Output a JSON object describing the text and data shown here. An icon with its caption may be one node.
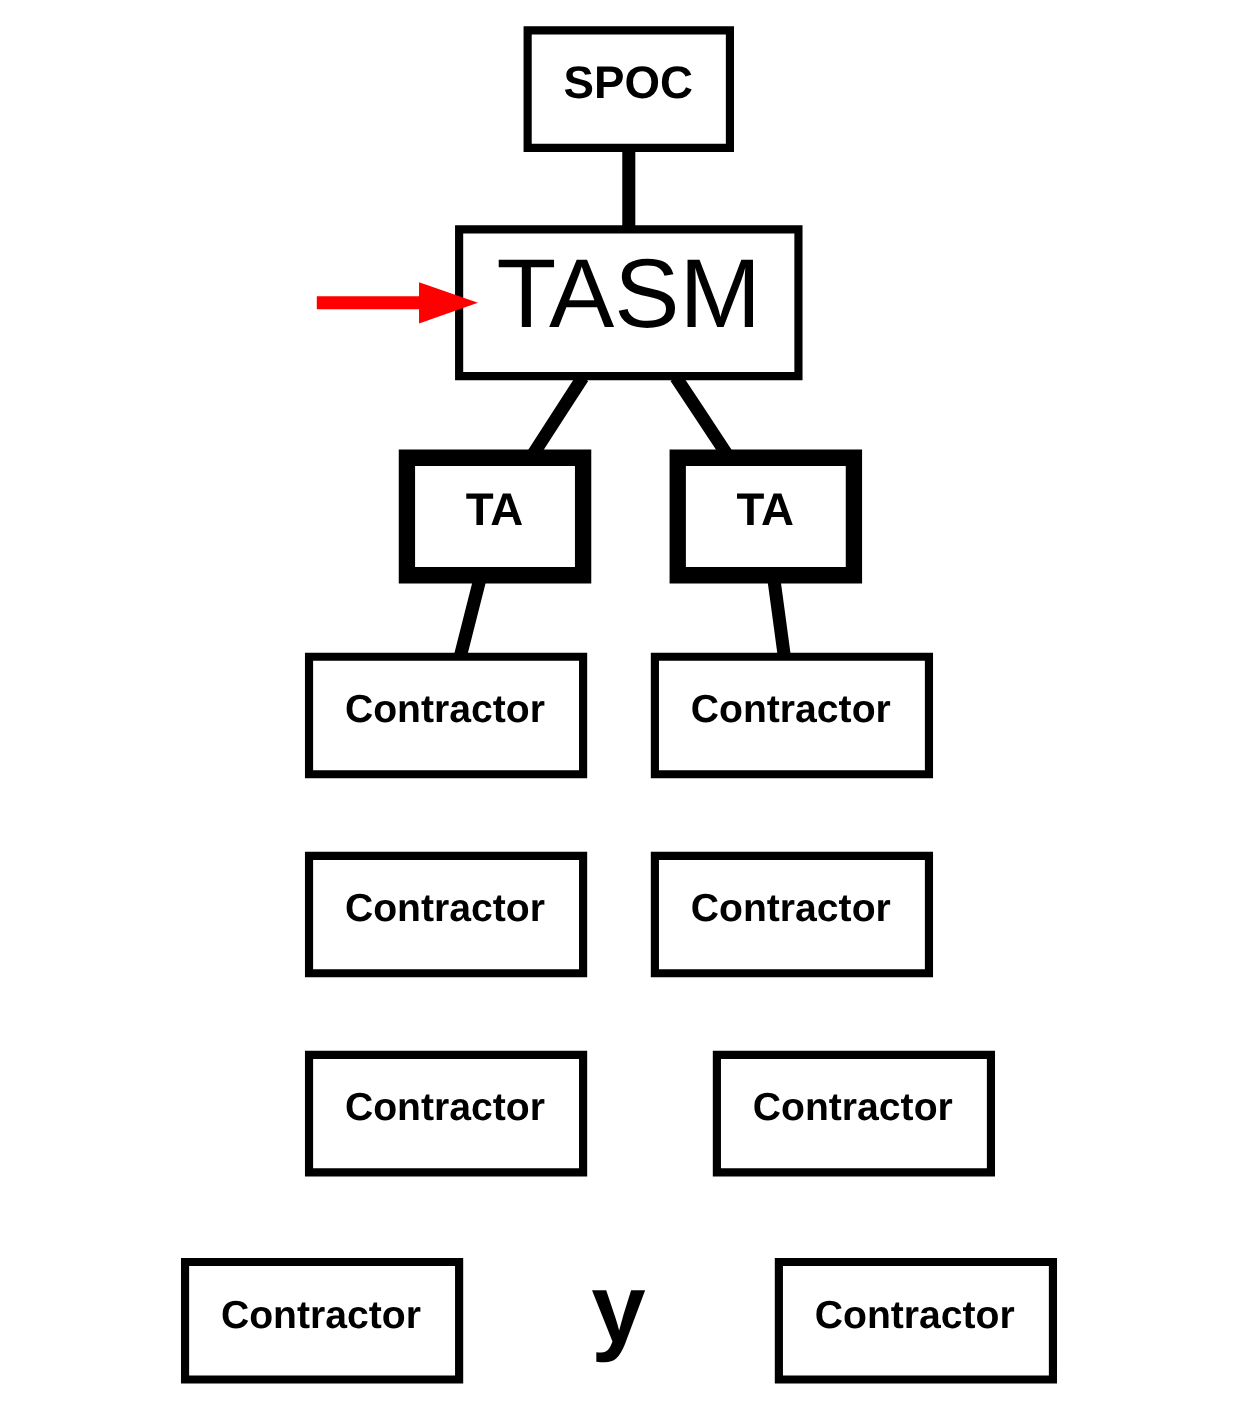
{
  "diagram": {
    "nodes": [
      {
        "text": [
          "SPOC"
        ]
      },
      {
        "text": [
          "TASM"
        ]
      },
      {
        "text": [
          "TA"
        ]
      },
      {
        "text": [
          "TA"
        ]
      },
      {
        "text": [
          "Contractor"
        ]
      },
      {
        "text": [
          "Contractor"
        ]
      },
      {
        "text": [
          "Contractor"
        ]
      },
      {
        "text": [
          "Contractor"
        ]
      },
      {
        "text": [
          "Contractor"
        ]
      },
      {
        "text": [
          "Contractor"
        ]
      },
      {
        "text": [
          "Contractor"
        ]
      },
      {
        "text": [
          "Contractor"
        ]
      }
    ],
    "edges": [
      {
        "from": null,
        "to": 1,
        "arrow": "to",
        "color": "#ff0000"
      },
      {
        "from": 0,
        "to": 1,
        "arrow": "none"
      },
      {
        "from": 1,
        "to": 2,
        "arrow": "none"
      },
      {
        "from": 1,
        "to": 3,
        "arrow": "none"
      },
      {
        "from": 2,
        "to": 4,
        "arrow": "none"
      },
      {
        "from": 3,
        "to": 8,
        "arrow": "none"
      }
    ],
    "labels": [
      "y"
    ]
  }
}
